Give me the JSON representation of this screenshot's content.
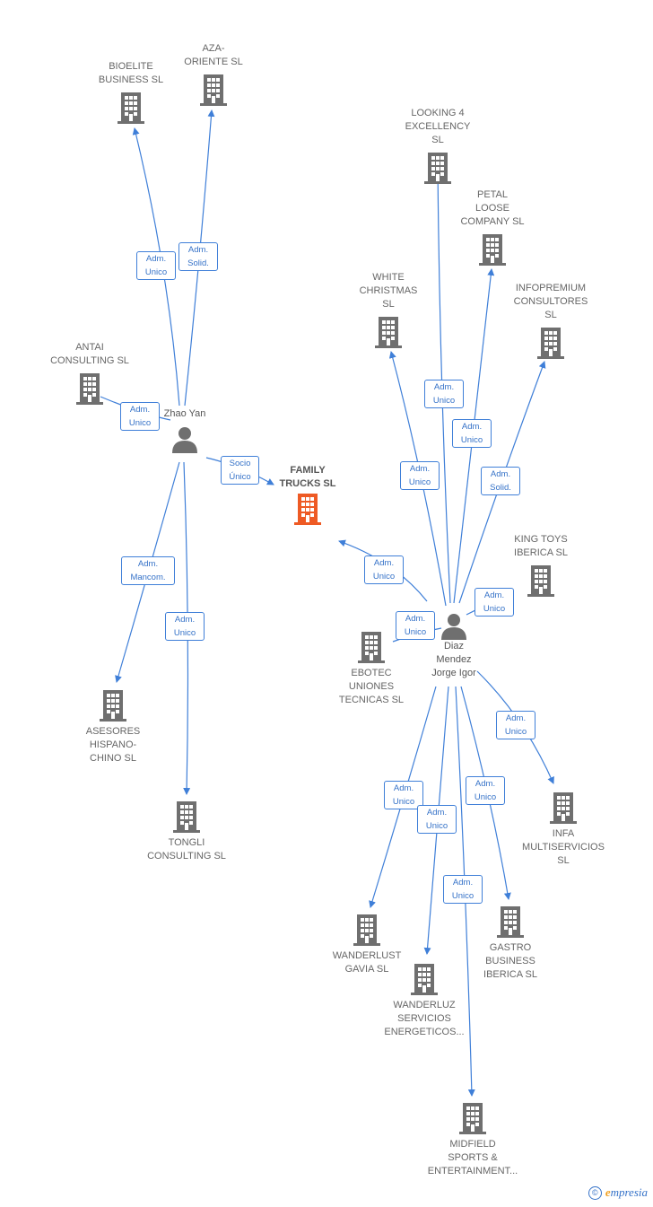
{
  "colors": {
    "edge": "#3f7fd8",
    "building": "#6f6f6f",
    "main_building": "#ee5a24",
    "person": "#6f6f6f",
    "badge_border": "#3f7fd8",
    "badge_text": "#3572c8"
  },
  "main": {
    "label": "FAMILY\nTRUCKS  SL",
    "icon": "building-icon"
  },
  "persons": {
    "zhao": {
      "label": "Zhao Yan",
      "icon": "person-icon"
    },
    "diaz": {
      "label": "Diaz\nMendez\nJorge Igor",
      "icon": "person-icon"
    }
  },
  "companies": {
    "bioelite": "BIOELITE\nBUSINESS  SL",
    "aza": "AZA-\nORIENTE SL",
    "antai": "ANTAI\nCONSULTING SL",
    "asesores": "ASESORES\nHISPANO-\nCHINO SL",
    "tongli": "TONGLI\nCONSULTING SL",
    "looking": "LOOKING 4\nEXCELLENCY\nSL",
    "petal": "PETAL\nLOOSE\nCOMPANY  SL",
    "white": "WHITE\nCHRISTMAS\nSL",
    "infopremium": "INFOPREMIUM\nCONSULTORES\nSL",
    "kingtoys": "KING TOYS\nIBERICA  SL",
    "ebotec": "EBOTEC\nUNIONES\nTECNICAS  SL",
    "infa": "INFA\nMULTISERVICIOS\nSL",
    "wanderlust": "WANDERLUST\nGAVIA  SL",
    "wanderluz": "WANDERLUZ\nSERVICIOS\nENERGETICOS...",
    "gastro": "GASTRO\nBUSINESS\nIBERICA  SL",
    "midfield": "MIDFIELD\nSPORTS &\nENTERTAINMENT..."
  },
  "relations": {
    "bioelite": "Adm.\nUnico",
    "aza": "Adm.\nSolid.",
    "antai": "Adm.\nUnico",
    "family_zhao": "Socio\nÚnico",
    "asesores": "Adm.\nMancom.",
    "tongli": "Adm.\nUnico",
    "looking": "Adm.\nUnico",
    "petal": "Adm.\nUnico",
    "white": "Adm.\nUnico",
    "infopremium": "Adm.\nSolid.",
    "family_diaz": "Adm.\nUnico",
    "kingtoys": "Adm.\nUnico",
    "ebotec": "Adm.\nUnico",
    "infa": "Adm.\nUnico",
    "wanderlust": "Adm.\nUnico",
    "wanderluz": "Adm.\nUnico",
    "gastro": "Adm.\nUnico",
    "midfield": "Adm.\nUnico"
  },
  "footer": {
    "copyright": "©",
    "brand_initial": "e",
    "brand_rest": "mpresia"
  }
}
